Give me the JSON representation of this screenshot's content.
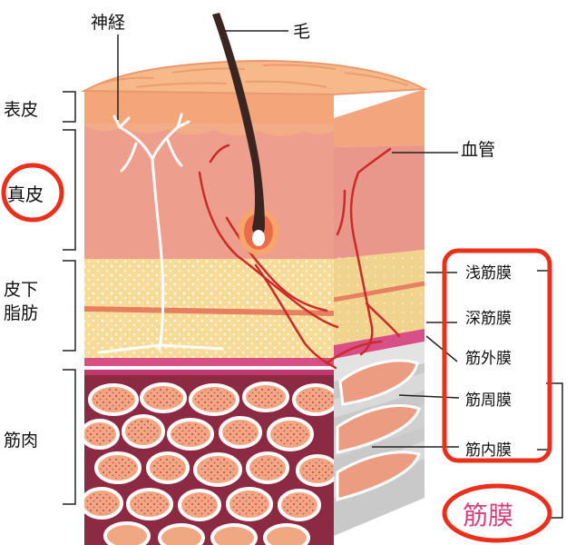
{
  "labels": {
    "nerve": "神経",
    "hair": "毛",
    "blood_vessel": "血管",
    "epidermis": "表皮",
    "dermis": "真皮",
    "subcutaneous_fat": "皮下脂肪",
    "muscle": "筋肉",
    "superficial_fascia": "浅筋膜",
    "deep_fascia": "深筋膜",
    "epimysium": "筋外膜",
    "perimysium": "筋周膜",
    "endomysium": "筋内膜",
    "fascia": "筋膜"
  },
  "colors": {
    "highlight": "#e8301c",
    "fascia_text": "#d6407a",
    "epidermis": "#f6b284",
    "dermis": "#ee9a88",
    "fat": "#f5dc96",
    "muscle": "#8c2a44",
    "fiber": "#f0a883"
  }
}
